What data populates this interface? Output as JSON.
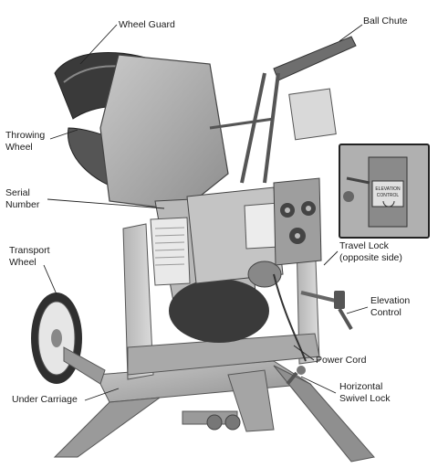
{
  "labels": {
    "wheel_guard": "Wheel Guard",
    "ball_chute": "Ball Chute",
    "throwing_wheel": "Throwing\nWheel",
    "serial_number": "Serial\nNumber",
    "transport_wheel": "Transport\nWheel",
    "travel_lock": "Travel Lock\n(opposite side)",
    "elevation_control": "Elevation\nControl",
    "power_cord": "Power Cord",
    "under_carriage": "Under Carriage",
    "horizontal_swivel_lock": "Horizontal\nSwivel Lock"
  },
  "inset": {
    "plate_text": "ELEVATION\nCONTROL"
  }
}
